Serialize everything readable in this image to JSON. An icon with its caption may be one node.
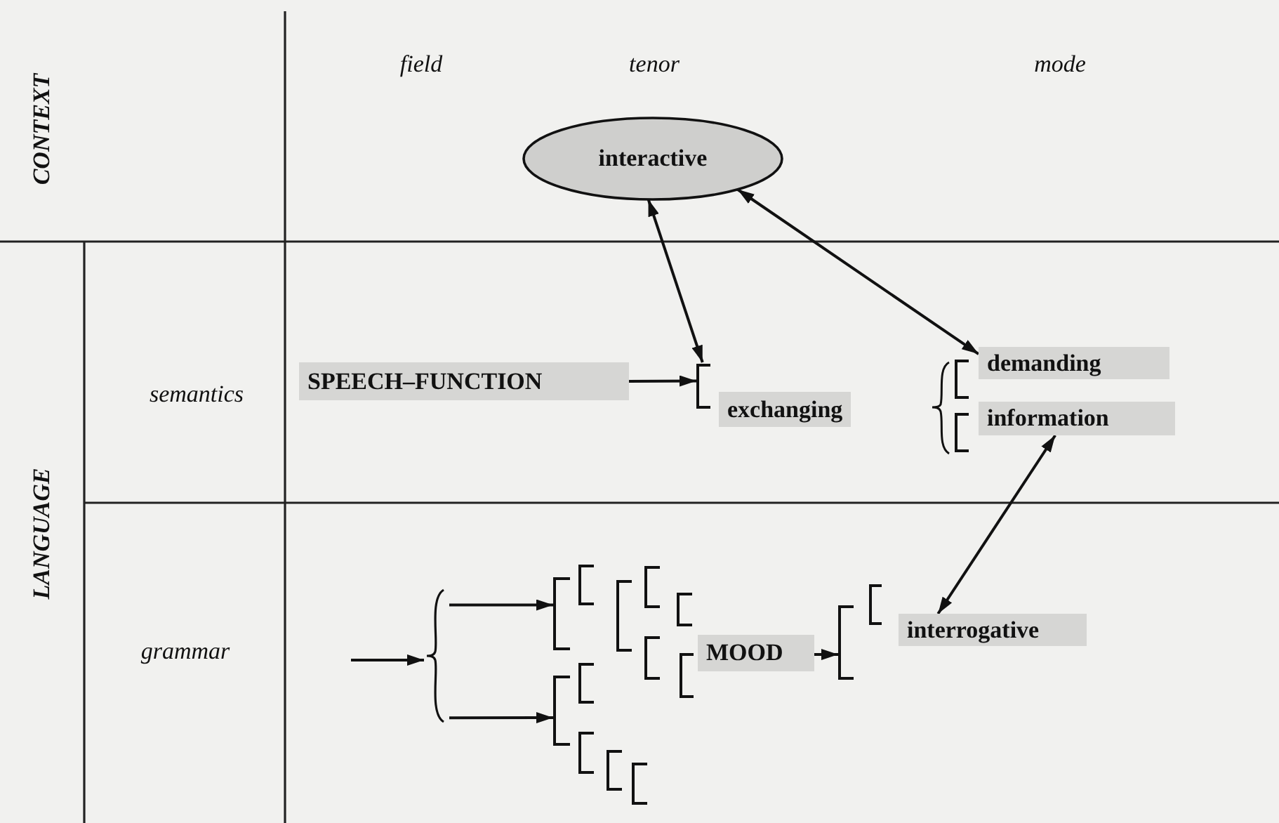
{
  "diagram": {
    "nodes": [
      {
        "text": [
          "interactive"
        ]
      },
      {
        "text": [
          "SPEECH–FUNCTION"
        ]
      },
      {
        "text": [
          "exchanging"
        ]
      },
      {
        "text": [
          "demanding"
        ]
      },
      {
        "text": [
          "information"
        ]
      },
      {
        "text": [
          "MOOD"
        ]
      },
      {
        "text": [
          "interrogative"
        ]
      },
      {
        "text": [],
        "shape": "brace"
      },
      {
        "text": [],
        "shape": "bracket"
      },
      {
        "text": [],
        "shape": "bracket"
      },
      {
        "text": [],
        "shape": "bracket"
      }
    ],
    "edges": [
      {
        "from": 0,
        "to": 2,
        "arrow": "both"
      },
      {
        "from": 0,
        "to": 3,
        "arrow": "both"
      },
      {
        "from": 1,
        "to": 2,
        "arrow": "to"
      },
      {
        "from": 4,
        "to": 6,
        "arrow": "both"
      },
      {
        "from": null,
        "to": 7,
        "arrow": "to"
      },
      {
        "from": 7,
        "to": 8,
        "arrow": "to"
      },
      {
        "from": 7,
        "to": 9,
        "arrow": "to"
      },
      {
        "from": 5,
        "to": 10,
        "arrow": "to"
      }
    ],
    "labels": [
      "CONTEXT",
      "field",
      "tenor",
      "mode",
      "LANGUAGE",
      "semantics",
      "grammar"
    ]
  }
}
